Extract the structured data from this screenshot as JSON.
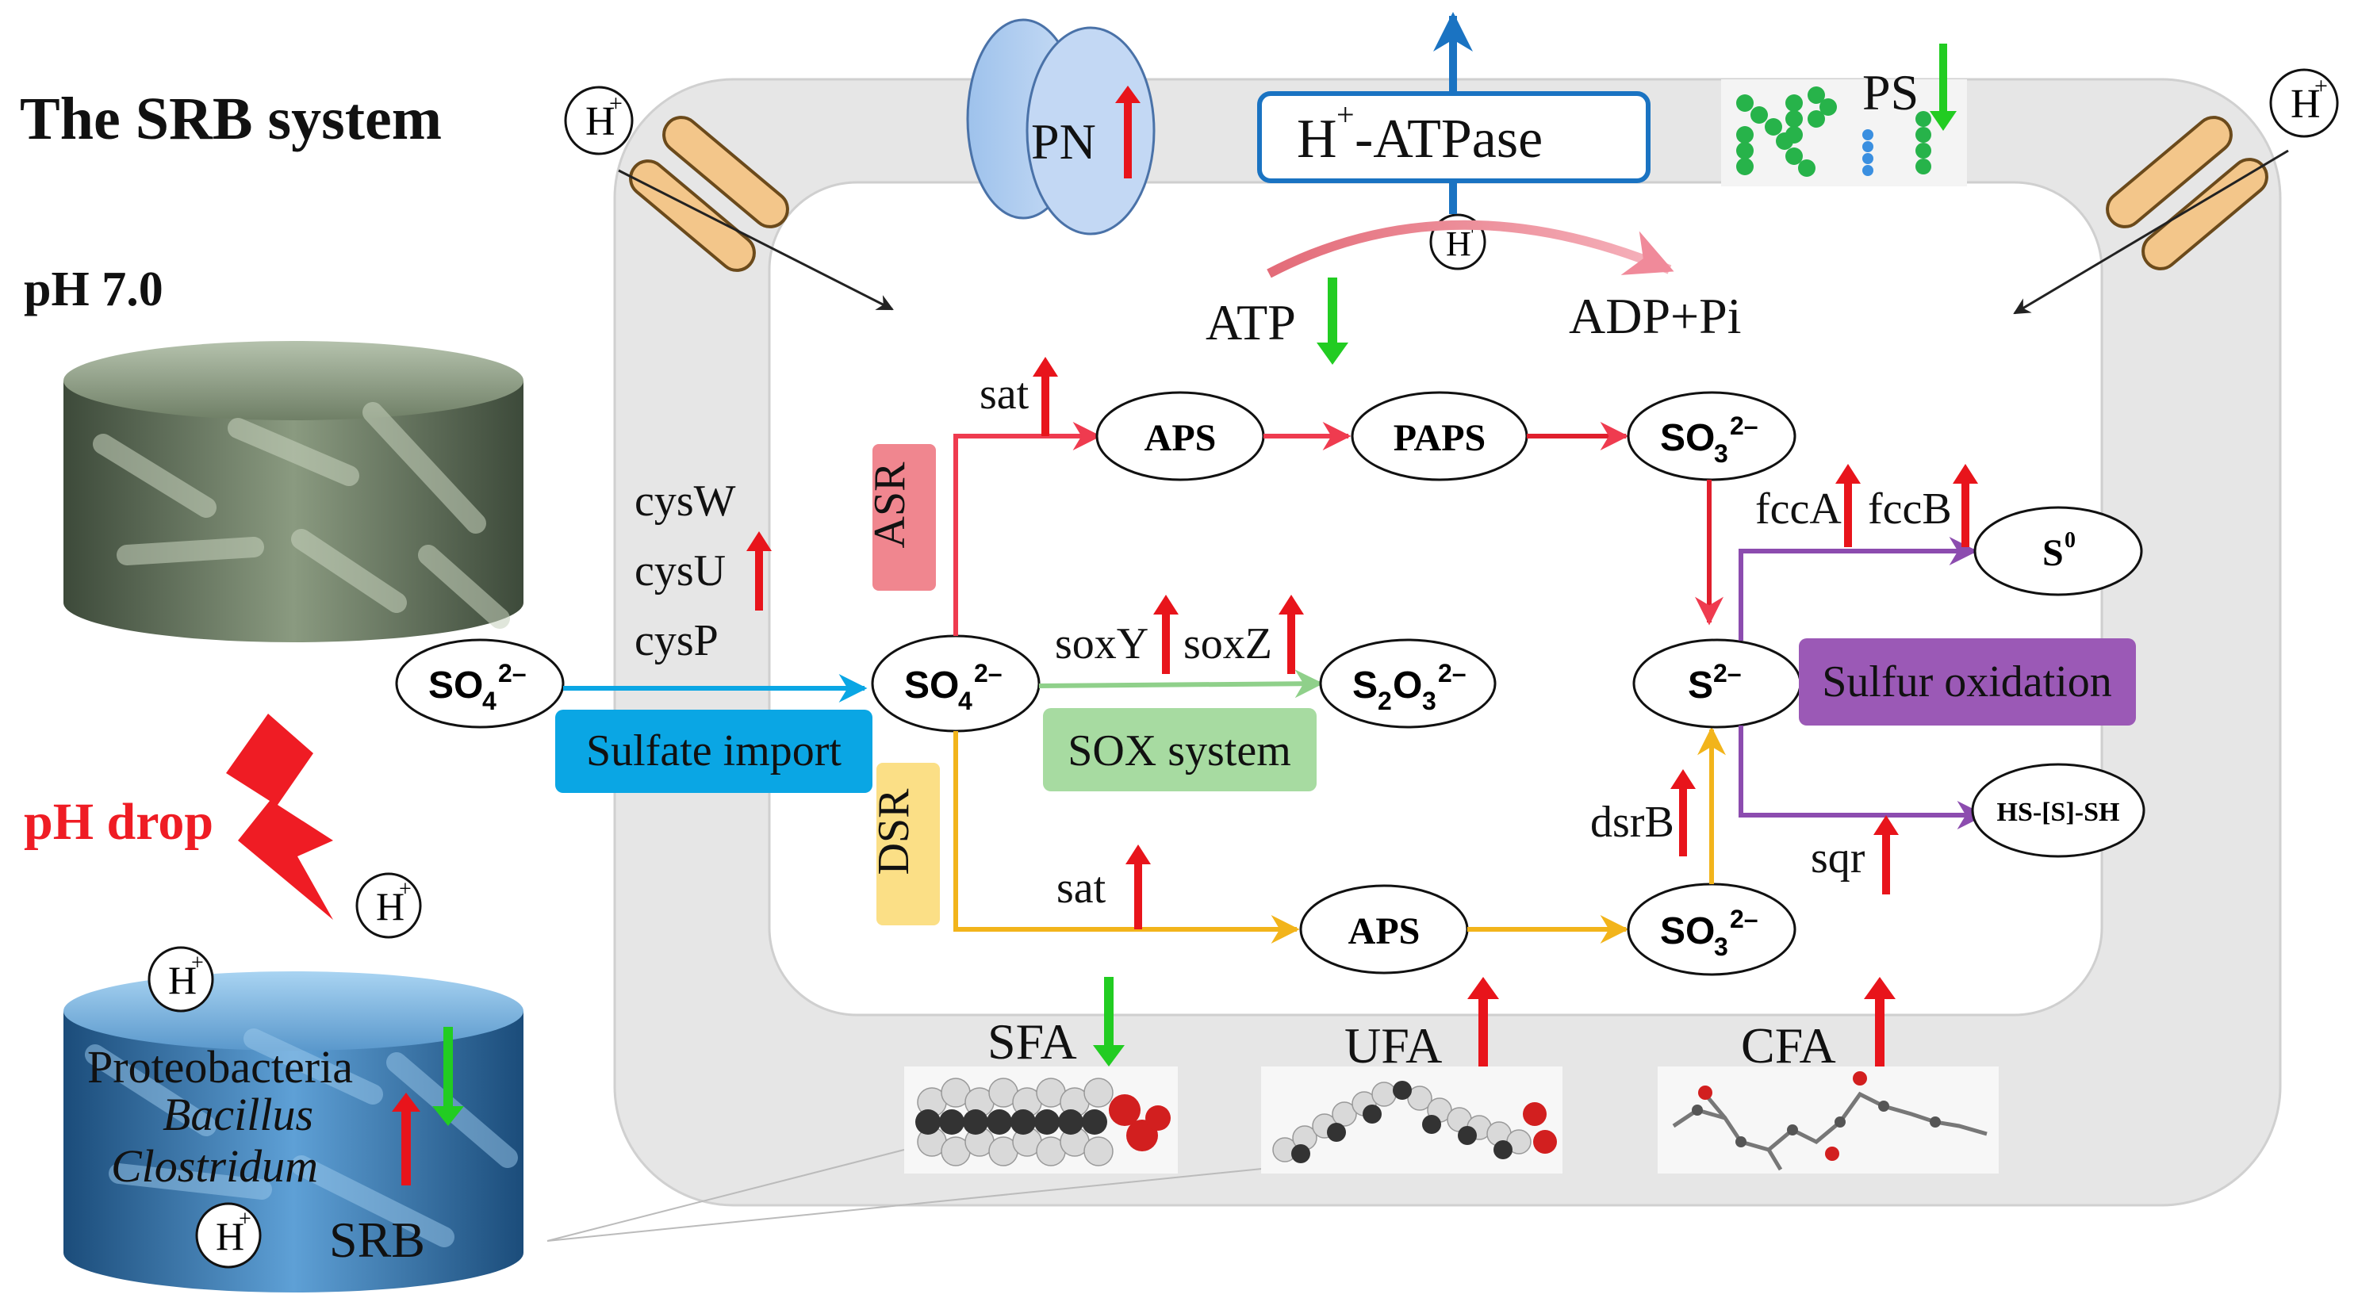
{
  "title": "The SRB system",
  "ph_neutral": "pH 7.0",
  "ph_drop": "pH drop",
  "proton": "H",
  "proton_sup": "+",
  "bacteria": {
    "proteobacteria": "Proteobacteria",
    "bacillus": "Bacillus",
    "clostridum": "Clostridum",
    "srb": "SRB"
  },
  "membrane": {
    "pn": "PN",
    "atpase_h": "H",
    "atpase_rest": "-ATPase",
    "ps": "PS",
    "atp": "ATP",
    "adp": "ADP+Pi"
  },
  "genes": {
    "cysW": "cysW",
    "cysU": "cysU",
    "cysP": "cysP",
    "sat_asr": "sat",
    "soxY": "soxY",
    "soxZ": "soxZ",
    "sat_dsr": "sat",
    "fccA": "fccA",
    "fccB": "fccB",
    "dsrB": "dsrB",
    "sqr": "sqr"
  },
  "boxes": {
    "sulfate_import": "Sulfate import",
    "asr": "ASR",
    "dsr": "DSR",
    "sox": "SOX system",
    "sulfur_oxidation": "Sulfur oxidation"
  },
  "nodes": {
    "so4_out": {
      "base": "SO",
      "sub": "4",
      "sup": "2–"
    },
    "so4_in": {
      "base": "SO",
      "sub": "4",
      "sup": "2–"
    },
    "aps_asr": "APS",
    "paps": "PAPS",
    "so3_asr": {
      "base": "SO",
      "sub": "3",
      "sup": "2–"
    },
    "s2o3": {
      "base1": "S",
      "sub1": "2",
      "base2": "O",
      "sub2": "3",
      "sup": "2–"
    },
    "s2": {
      "base": "S",
      "sup": "2–"
    },
    "s0": {
      "base": "S",
      "sup": "0"
    },
    "polysulfide": "HS-[S]-SH",
    "aps_dsr": "APS",
    "so3_dsr": {
      "base": "SO",
      "sub": "3",
      "sup": "2–"
    }
  },
  "fatty_acids": {
    "sfa": "SFA",
    "ufa": "UFA",
    "cfa": "CFA"
  },
  "colors": {
    "up_arrow": "#e8141b",
    "down_arrow": "#22cc22",
    "import_blue": "#0aa6e4",
    "asr_red": "#ef3b4f",
    "dsr_yellow": "#f2b41b",
    "sox_green": "#a7dba1",
    "oxidation_purple": "#8c4caf",
    "atpase_blue": "#1a73c2"
  }
}
